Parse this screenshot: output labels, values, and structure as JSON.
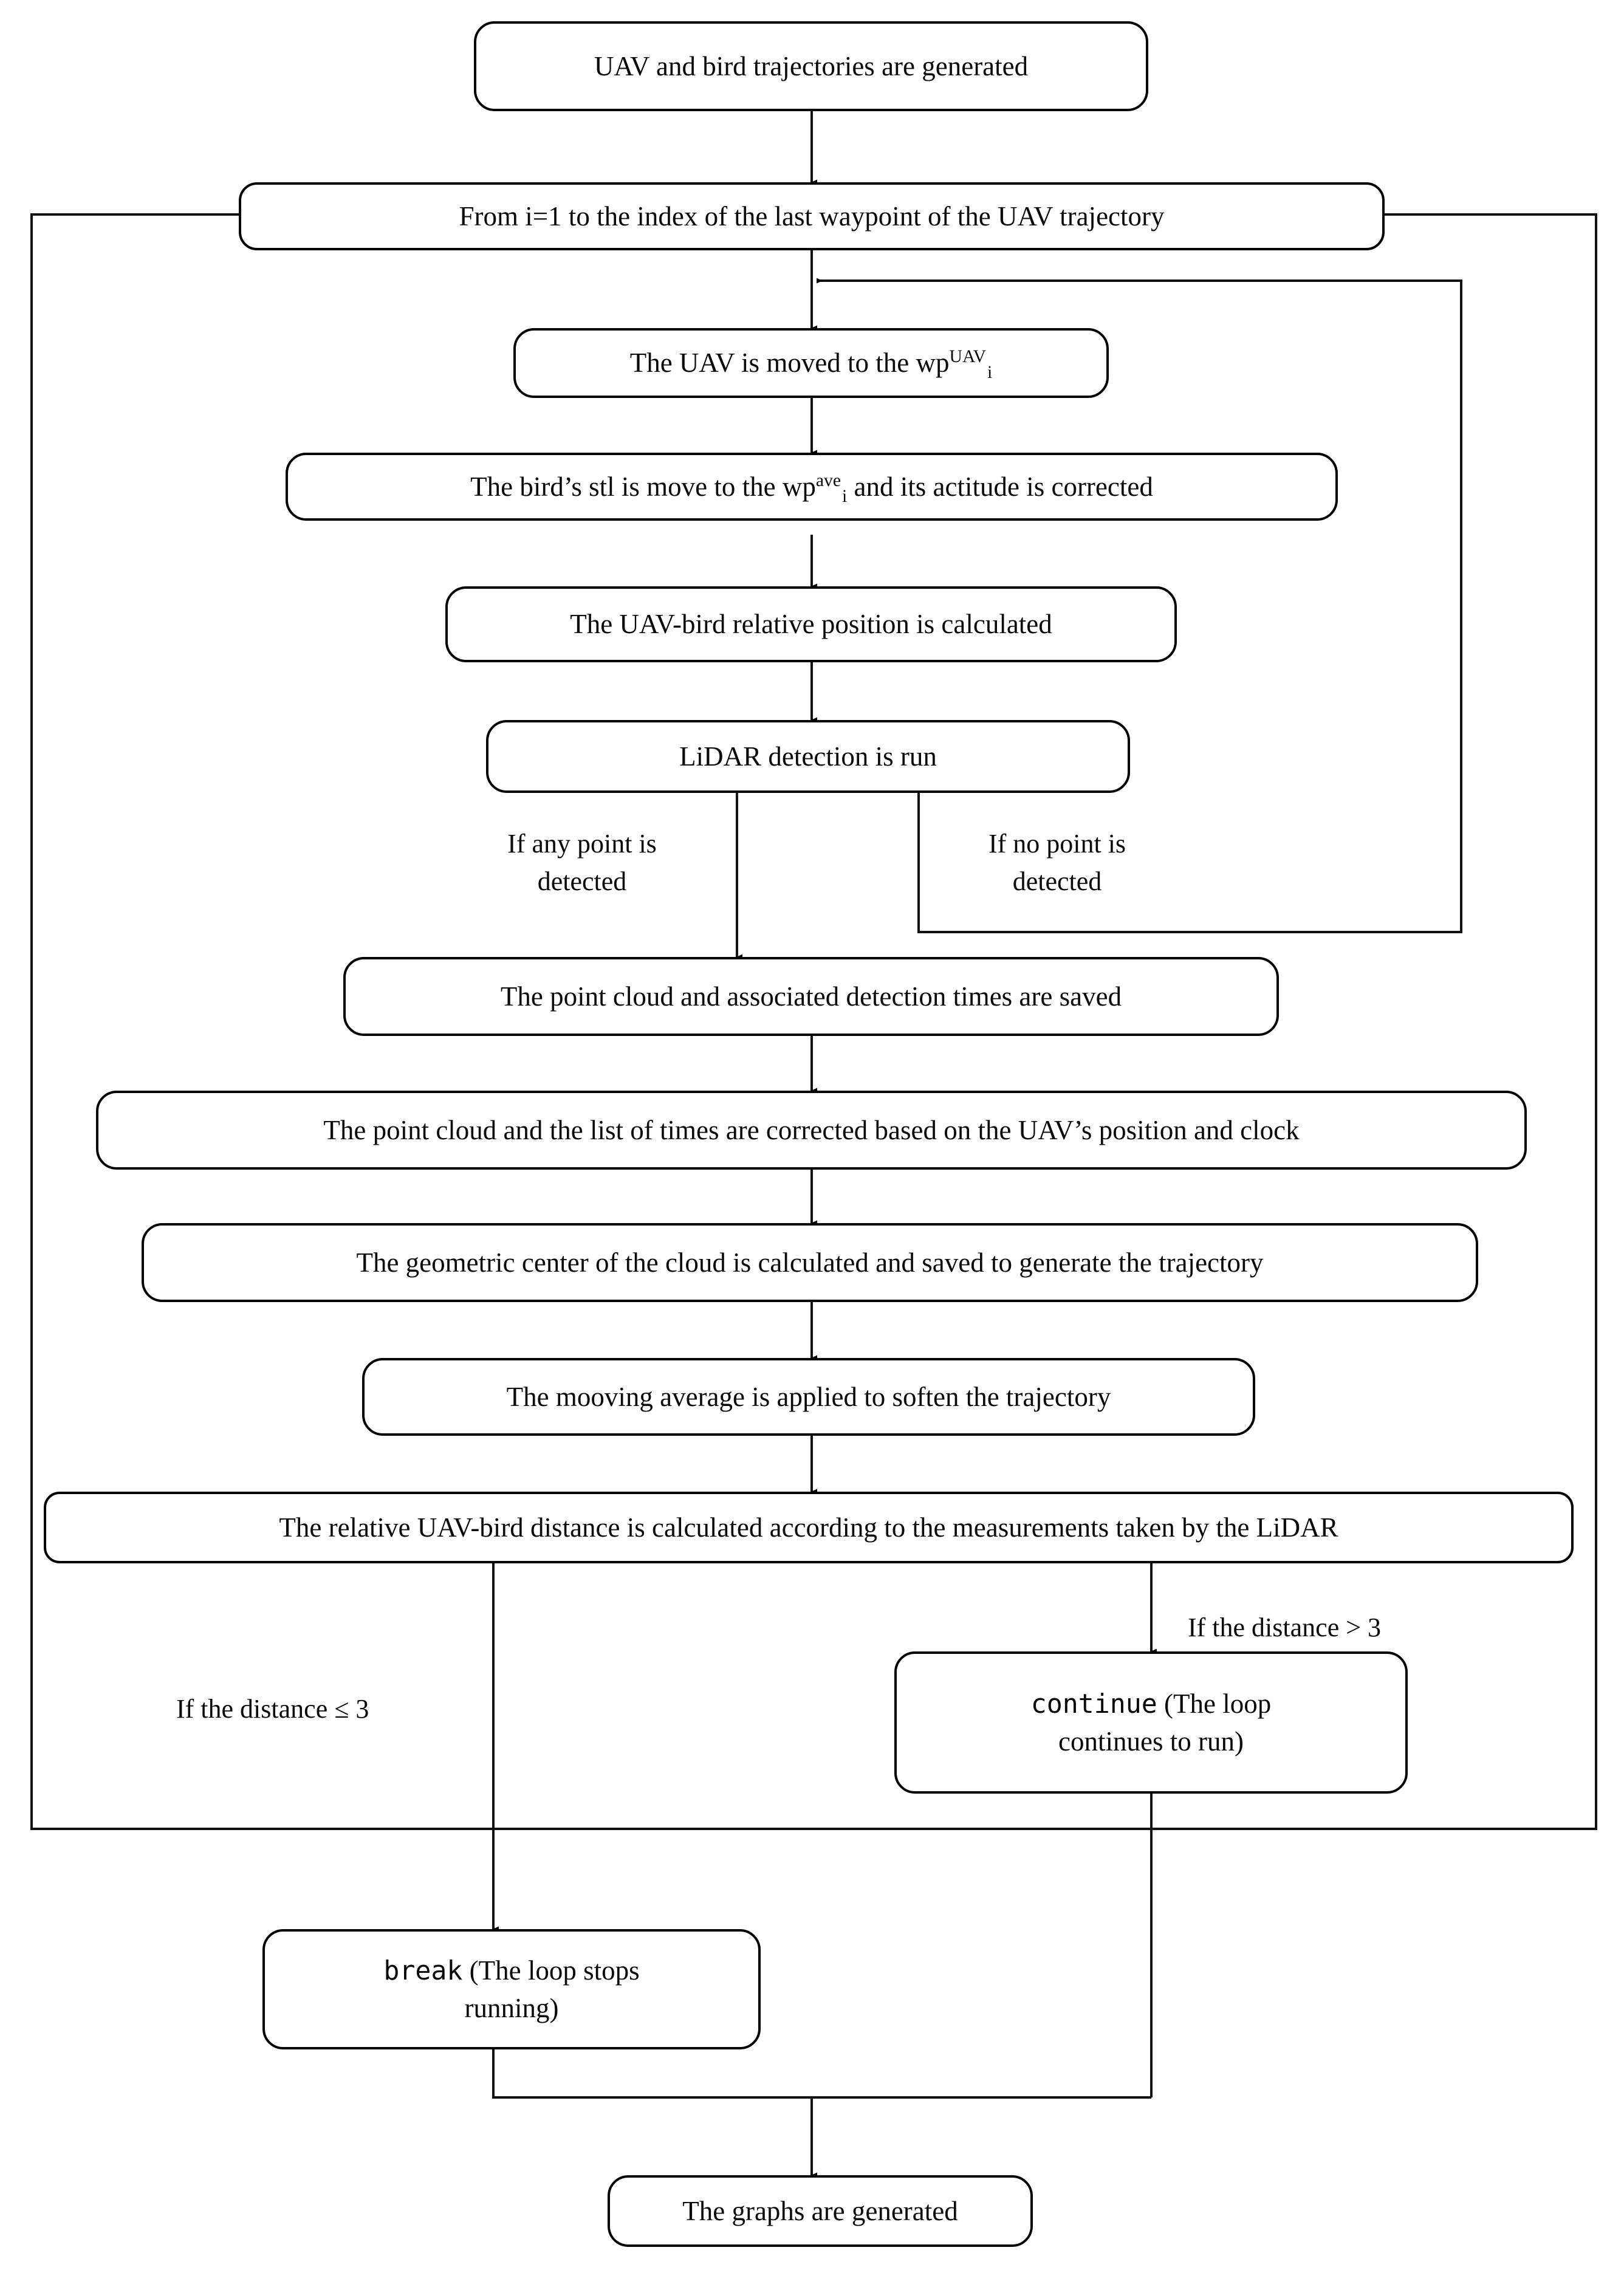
{
  "diagram": {
    "title": "UAV and bird LiDAR detection simulation flowchart",
    "colors": {
      "stroke": "#000000",
      "fill": "#ffffff",
      "text": "#0a0a0a"
    }
  },
  "nodes": {
    "start": {
      "label": "UAV and bird trajectories are generated"
    },
    "loop_header": {
      "label": "From i=1 to the index of the last waypoint of the UAV trajectory"
    },
    "move_uav": {
      "prefix": "The UAV is moved to the wp",
      "sup": "UAV",
      "sub": "i"
    },
    "move_bird": {
      "prefix": "The bird’s stl is move to the wp",
      "sup": "ave",
      "sub": "i",
      "suffix": " and its actitude is corrected"
    },
    "relative_position": {
      "label": "The UAV-bird relative position is calculated"
    },
    "lidar": {
      "label": "LiDAR detection is run"
    },
    "save_cloud": {
      "label": "The point cloud and associated detection times are saved"
    },
    "correct_cloud": {
      "label": "The point cloud and the list of times are corrected based on the UAV’s position and clock"
    },
    "geometric_center": {
      "label": "The geometric center of the cloud is calculated and saved to generate the trajectory"
    },
    "moving_average": {
      "label": "The mooving average is applied to soften the trajectory"
    },
    "relative_distance": {
      "label": "The relative UAV-bird distance is calculated according to the measurements taken by the LiDAR"
    },
    "continue_node": {
      "keyword": "continue",
      "rest": " (The loop\ncontinues to run)"
    },
    "break_node": {
      "keyword": "break",
      "rest": " (The loop stops\nrunning)"
    },
    "end": {
      "label": "The graphs are generated"
    }
  },
  "edge_labels": {
    "any_point": "If any point is\ndetected",
    "no_point": "If no point is\ndetected",
    "distance_le": "If the distance  ≤ 3",
    "distance_gt": "If the distance  > 3"
  }
}
